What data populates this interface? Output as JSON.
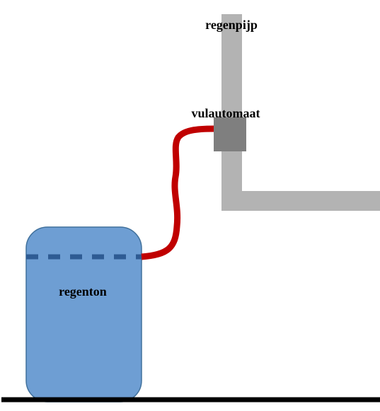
{
  "labels": {
    "downpipe": "regenpijp",
    "fill_valve": "vulautomaat",
    "barrel": "regenton"
  },
  "colors": {
    "background": "#ffffff",
    "downpipe": "#b3b3b3",
    "fill_valve": "#7f7f7f",
    "hose": "#c00000",
    "barrel_fill": "#6e9ed3",
    "barrel_stroke": "#41719c",
    "water_level": "#2e5b93",
    "ground": "#000000"
  }
}
